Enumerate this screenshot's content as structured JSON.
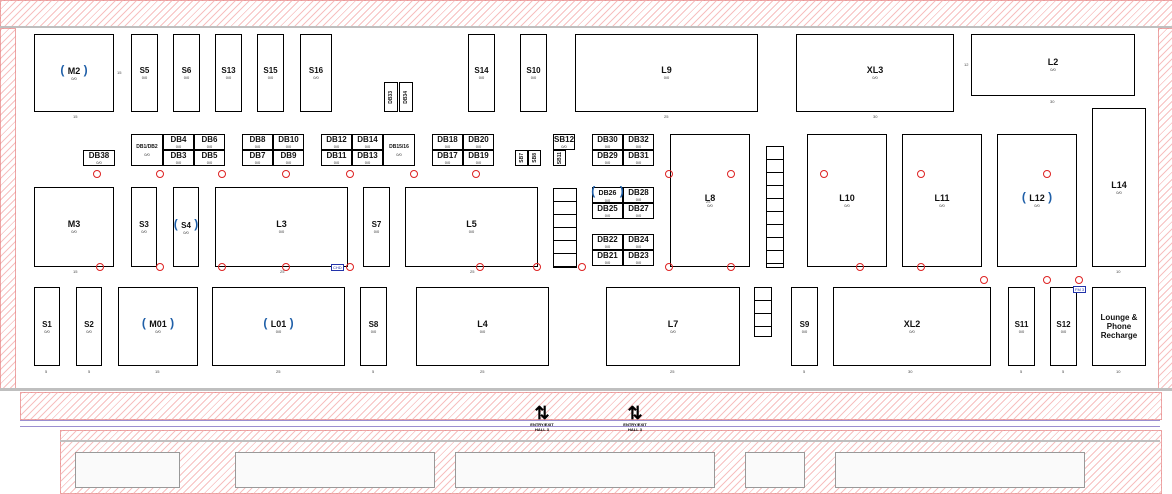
{
  "colors": {
    "booth_border": "#000000",
    "reserved_bracket": "#1f5fa8",
    "marker": "#dd2222",
    "hatch": "#f08c8c"
  },
  "booth_sublabel": "0/0",
  "lounge": {
    "label": "Lounge & Phone Recharge"
  },
  "exits": [
    {
      "label": "ENTRY/EXIT HALL 3"
    },
    {
      "label": "ENTRY/EXIT HALL 3"
    }
  ],
  "tags": {
    "chd": "CHD",
    "fm": "FM 3"
  },
  "booths": [
    {
      "id": "M2",
      "reserved": true
    },
    {
      "id": "S5"
    },
    {
      "id": "S6"
    },
    {
      "id": "S13"
    },
    {
      "id": "S15"
    },
    {
      "id": "S16"
    },
    {
      "id": "DB33"
    },
    {
      "id": "DB34"
    },
    {
      "id": "S14"
    },
    {
      "id": "S10"
    },
    {
      "id": "L9"
    },
    {
      "id": "XL3"
    },
    {
      "id": "L2"
    },
    {
      "id": "DB38"
    },
    {
      "id": "DB1/DB2"
    },
    {
      "id": "DB4"
    },
    {
      "id": "DB6"
    },
    {
      "id": "DB3"
    },
    {
      "id": "DB5"
    },
    {
      "id": "DB8"
    },
    {
      "id": "DB10"
    },
    {
      "id": "DB7"
    },
    {
      "id": "DB9"
    },
    {
      "id": "DB12"
    },
    {
      "id": "DB14"
    },
    {
      "id": "DB11"
    },
    {
      "id": "DB13"
    },
    {
      "id": "DB15/16"
    },
    {
      "id": "DB18"
    },
    {
      "id": "DB20"
    },
    {
      "id": "DB17"
    },
    {
      "id": "DB19"
    },
    {
      "id": "SB7"
    },
    {
      "id": "SB8"
    },
    {
      "id": "SB11"
    },
    {
      "id": "SB12"
    },
    {
      "id": "DB30"
    },
    {
      "id": "DB32"
    },
    {
      "id": "DB29"
    },
    {
      "id": "DB31"
    },
    {
      "id": "L8"
    },
    {
      "id": "L10"
    },
    {
      "id": "L11"
    },
    {
      "id": "L12",
      "reserved": true
    },
    {
      "id": "L14"
    },
    {
      "id": "M3"
    },
    {
      "id": "S3"
    },
    {
      "id": "S4",
      "reserved": true
    },
    {
      "id": "L3"
    },
    {
      "id": "S7"
    },
    {
      "id": "L5"
    },
    {
      "id": "DB26",
      "reserved": true
    },
    {
      "id": "DB28"
    },
    {
      "id": "DB25"
    },
    {
      "id": "DB27"
    },
    {
      "id": "DB22"
    },
    {
      "id": "DB24"
    },
    {
      "id": "DB21"
    },
    {
      "id": "DB23"
    },
    {
      "id": "S1"
    },
    {
      "id": "S2"
    },
    {
      "id": "M01",
      "reserved": true
    },
    {
      "id": "L01",
      "reserved": true
    },
    {
      "id": "S8"
    },
    {
      "id": "L4"
    },
    {
      "id": "L7"
    },
    {
      "id": "S9"
    },
    {
      "id": "XL2"
    },
    {
      "id": "S11"
    },
    {
      "id": "S12"
    }
  ],
  "dims": {
    "d15": "15",
    "d25": "25",
    "d30": "30",
    "d5": "5",
    "d3": "3",
    "d10": "10",
    "d12": "12",
    "d6": "6"
  }
}
